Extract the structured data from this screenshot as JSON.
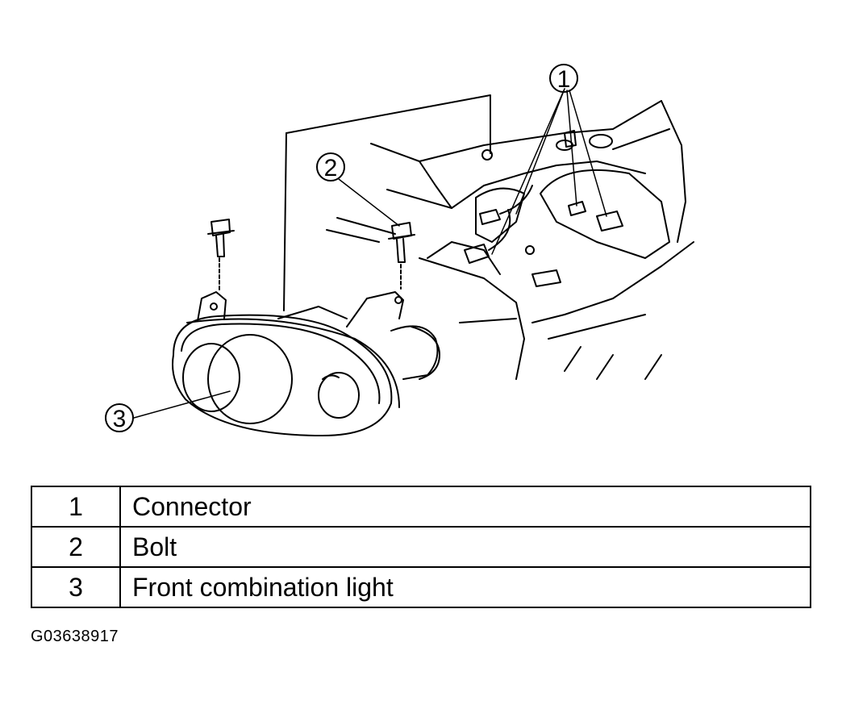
{
  "callouts": [
    "1",
    "2",
    "3"
  ],
  "legend": [
    {
      "number": "1",
      "description": "Connector"
    },
    {
      "number": "2",
      "description": "Bolt"
    },
    {
      "number": "3",
      "description": "Front combination light"
    }
  ],
  "figure_id": "G03638917"
}
